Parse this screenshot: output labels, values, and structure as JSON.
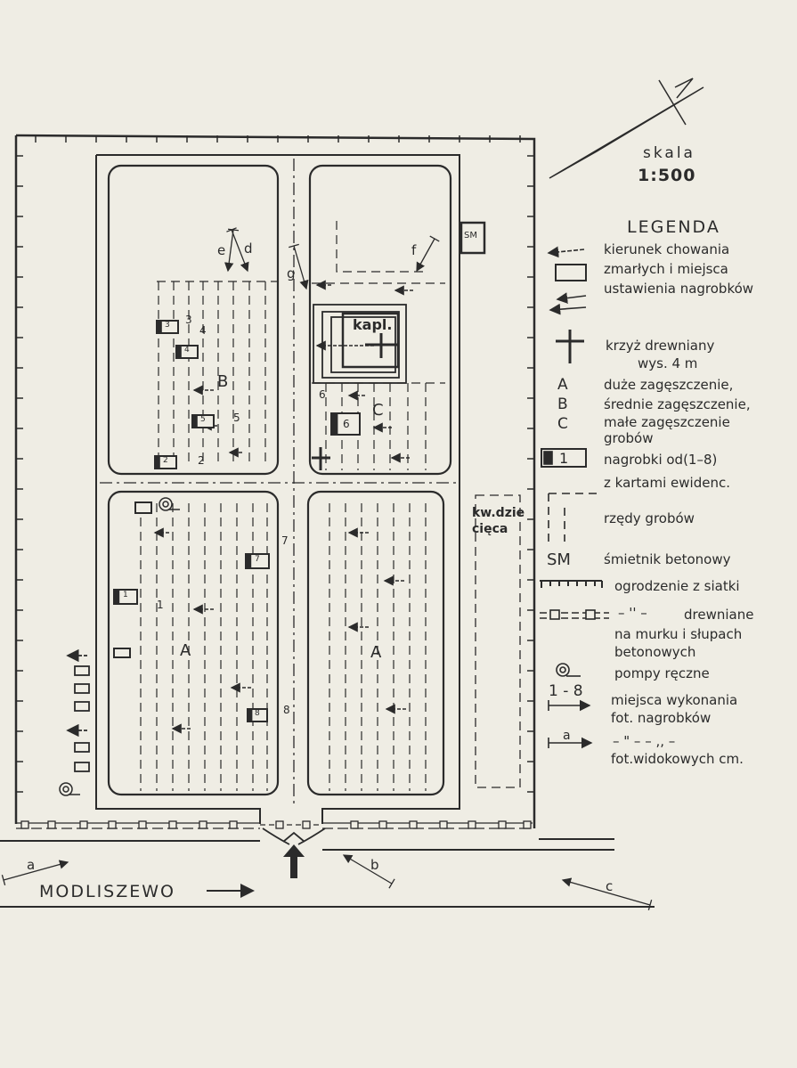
{
  "scale": {
    "label": "skala",
    "value": "1:500"
  },
  "legend": {
    "title": "LEGENDA",
    "burial_direction": [
      "kierunek chowania",
      "zmarłych i miejsca",
      "ustawienia nagrobków"
    ],
    "cross": [
      "krzyż drewniany",
      "wys. 4 m"
    ],
    "density_symbols": [
      "A",
      "B",
      "C"
    ],
    "density": [
      "duże zagęszczenie,",
      "średnie zagęszczenie,",
      "małe zagęszczenie",
      "grobów"
    ],
    "tomb_symbol": "1",
    "tombs": [
      "nagrobki od(1–8)",
      "z kartami ewidenc."
    ],
    "rows": "rzędy grobów",
    "sm_symbol": "SM",
    "sm": "śmietnik betonowy",
    "fence_mesh": "ogrodzenie z siatki",
    "fence_wood_dash": "– '' –",
    "fence_wood": [
      "drewniane",
      "na murku i słupach",
      "betonowych"
    ],
    "pumps": "pompy ręczne",
    "photo_range": "1 - 8",
    "photos": [
      "miejsca wykonania",
      "fot. nagrobków"
    ],
    "view_letter": "a",
    "views_dash": "– \" – – ,, –",
    "views": "fot.widokowych cm."
  },
  "map": {
    "chapel": "kapl.",
    "sm_box": "SM",
    "children_section": [
      "kw.dzie",
      "cięca"
    ],
    "road": "MODLISZEWO",
    "sections": {
      "A1": "A",
      "A2": "A",
      "B": "B",
      "C": "C"
    },
    "tombs": [
      "1",
      "2",
      "3",
      "4",
      "5",
      "6",
      "7",
      "8"
    ],
    "tomb_labels": [
      "1",
      "2",
      "3",
      "4",
      "5",
      "6",
      "7",
      "8"
    ],
    "views": [
      "a",
      "b",
      "c",
      "d",
      "e",
      "f",
      "g"
    ]
  }
}
